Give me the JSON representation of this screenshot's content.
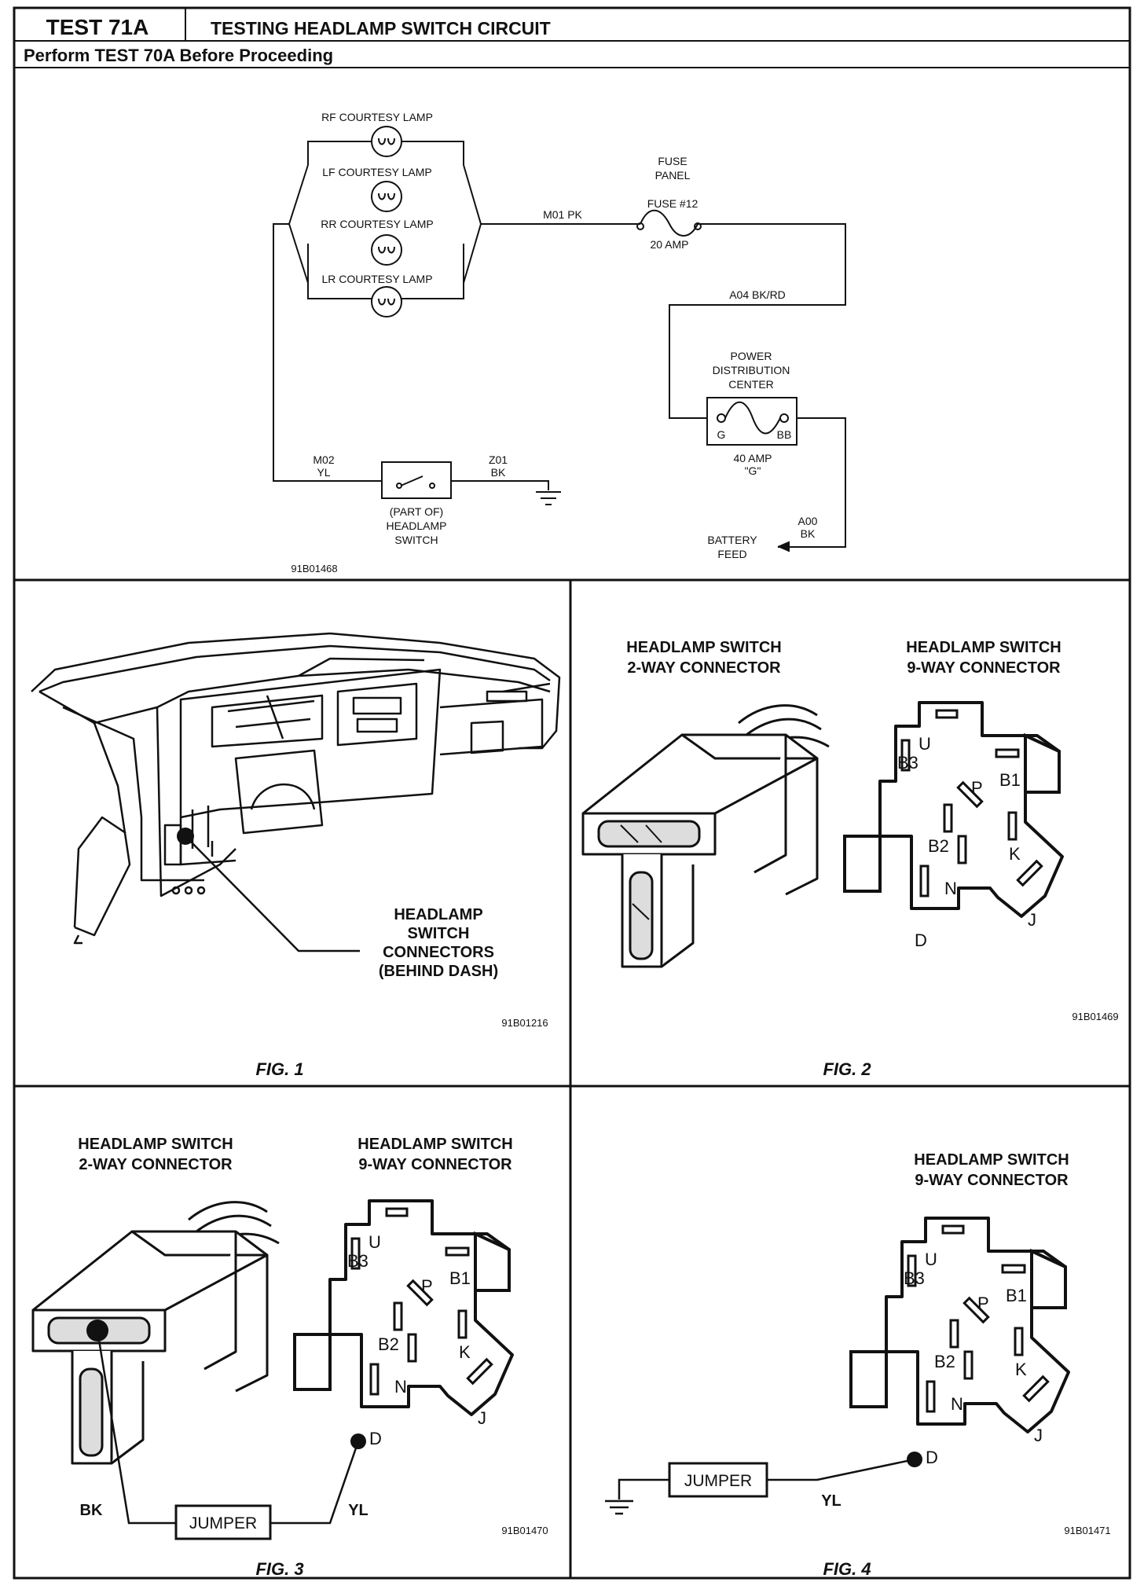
{
  "header": {
    "test_id": "TEST 71A",
    "title": "TESTING HEADLAMP SWITCH CIRCUIT",
    "subtitle": "Perform TEST 70A Before Proceeding"
  },
  "schematic": {
    "lamps": [
      "RF COURTESY LAMP",
      "LF COURTESY LAMP",
      "RR COURTESY LAMP",
      "LR COURTESY LAMP"
    ],
    "wire_m01": "M01 PK",
    "fuse_panel": [
      "FUSE",
      "PANEL"
    ],
    "fuse_label": "FUSE #12",
    "fuse_amp": "20 AMP",
    "wire_a04": "A04 BK/RD",
    "pdc": [
      "POWER",
      "DISTRIBUTION",
      "CENTER"
    ],
    "pdc_g": "G",
    "pdc_bb": "BB",
    "pdc_amp": [
      "40 AMP",
      "\"G\""
    ],
    "wire_m02": [
      "M02",
      "YL"
    ],
    "wire_z01": [
      "Z01",
      "BK"
    ],
    "switch_label": [
      "(PART OF)",
      "HEADLAMP",
      "SWITCH"
    ],
    "wire_a00": [
      "A00",
      "BK"
    ],
    "battery": [
      "BATTERY",
      "FEED"
    ],
    "code": "91B01468"
  },
  "fig1": {
    "callout": [
      "HEADLAMP",
      "SWITCH",
      "CONNECTORS",
      "(BEHIND DASH)"
    ],
    "code": "91B01216",
    "caption": "FIG. 1"
  },
  "fig2": {
    "title_2way": [
      "HEADLAMP SWITCH",
      "2-WAY CONNECTOR"
    ],
    "title_9way": [
      "HEADLAMP SWITCH",
      "9-WAY CONNECTOR"
    ],
    "code": "91B01469",
    "caption": "FIG. 2"
  },
  "fig3": {
    "title_2way": [
      "HEADLAMP SWITCH",
      "2-WAY CONNECTOR"
    ],
    "title_9way": [
      "HEADLAMP SWITCH",
      "9-WAY CONNECTOR"
    ],
    "bk": "BK",
    "yl": "YL",
    "jumper": "JUMPER",
    "code": "91B01470",
    "caption": "FIG. 3"
  },
  "fig4": {
    "title_9way": [
      "HEADLAMP SWITCH",
      "9-WAY CONNECTOR"
    ],
    "jumper": "JUMPER",
    "yl": "YL",
    "code": "91B01471",
    "caption": "FIG. 4"
  },
  "pins": {
    "u": "U",
    "b3": "B3",
    "b1": "B1",
    "p": "P",
    "b2": "B2",
    "k": "K",
    "n": "N",
    "d": "D",
    "j": "J"
  }
}
